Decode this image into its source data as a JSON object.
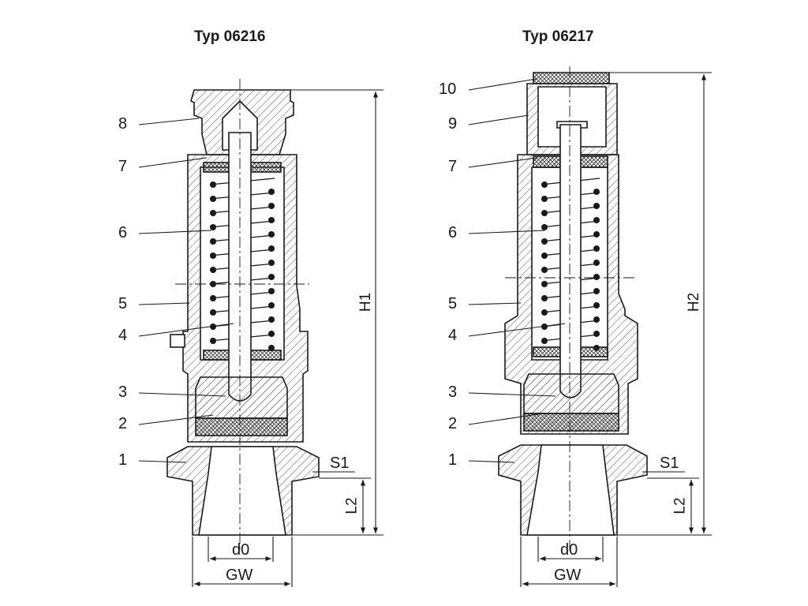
{
  "left": {
    "title": "Typ 06216",
    "callouts": [
      "1",
      "2",
      "3",
      "4",
      "5",
      "6",
      "7",
      "8"
    ],
    "dims": {
      "h": "H1",
      "l": "L2",
      "s": "S1",
      "d": "d0",
      "gw": "GW"
    }
  },
  "right": {
    "title": "Typ 06217",
    "callouts": [
      "1",
      "2",
      "3",
      "4",
      "5",
      "6",
      "7",
      "9",
      "10"
    ],
    "dims": {
      "h": "H2",
      "l": "L2",
      "s": "S1",
      "d": "d0",
      "gw": "GW"
    }
  },
  "colors": {
    "line": "#1a1a1a",
    "hatch": "#555555"
  }
}
